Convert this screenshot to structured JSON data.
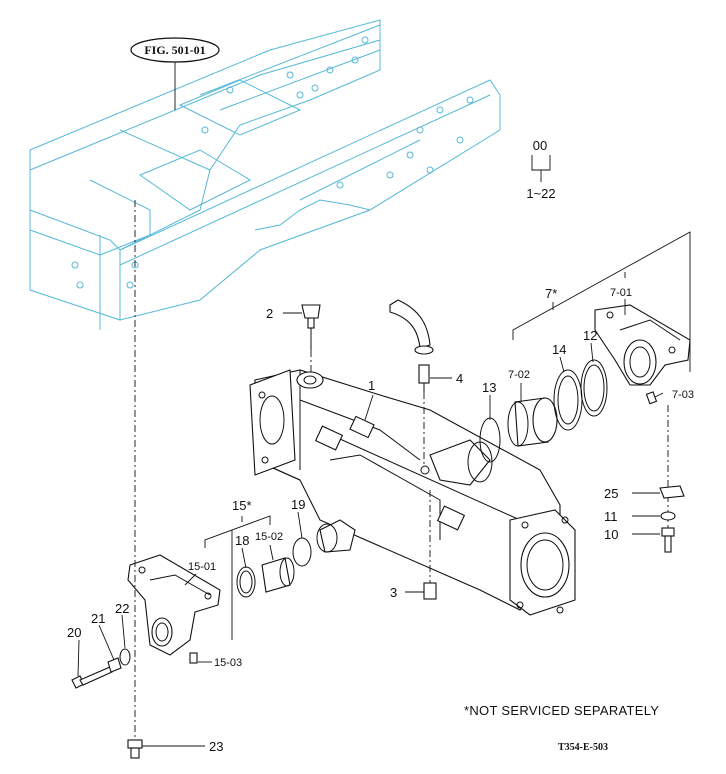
{
  "reference": {
    "label": "FIG. 501-01"
  },
  "assembly": {
    "top": "00",
    "range": "1~22"
  },
  "groups": {
    "g7": "7*",
    "g15": "15*"
  },
  "callouts": {
    "c1": "1",
    "c2": "2",
    "c3": "3",
    "c4": "4",
    "c7_01": "7-01",
    "c7_02": "7-02",
    "c7_03": "7-03",
    "c10": "10",
    "c11": "11",
    "c12": "12",
    "c13": "13",
    "c14": "14",
    "c15_01": "15-01",
    "c15_02": "15-02",
    "c15_03": "15-03",
    "c18": "18",
    "c19": "19",
    "c20": "20",
    "c21": "21",
    "c22": "22",
    "c23": "23",
    "c25": "25"
  },
  "footnote": "*NOT SERVICED SEPARATELY",
  "drawing_code": "T354-E-503",
  "colors": {
    "frame": "#55b8d8",
    "ink": "#111111"
  }
}
